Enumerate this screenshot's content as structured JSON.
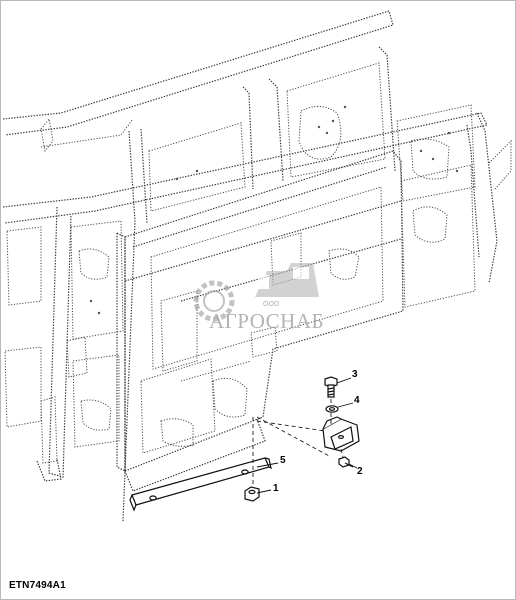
{
  "figure": {
    "id_label": "ETN7494A1"
  },
  "callouts": [
    {
      "number": "1"
    },
    {
      "number": "2"
    },
    {
      "number": "3"
    },
    {
      "number": "4"
    },
    {
      "number": "5"
    }
  ],
  "watermark": {
    "text": "АГРОСНАБ",
    "prefix": "ООО"
  }
}
